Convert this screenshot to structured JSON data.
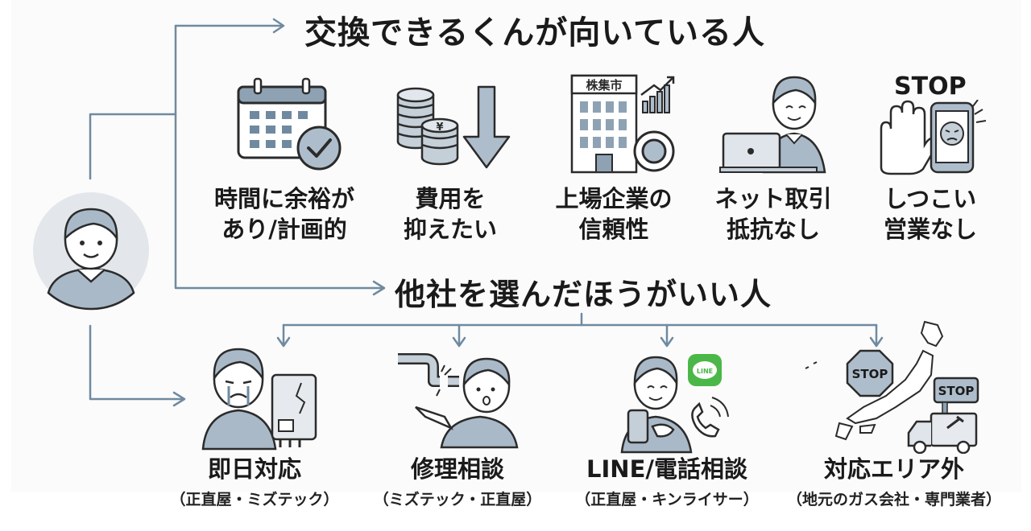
{
  "titles": {
    "suited": "交換できるくんが向いている人",
    "others": "他社を選んだほうがいい人"
  },
  "suited_items": [
    {
      "line1": "時間に余裕が",
      "line2": "あり/計画的",
      "icon": "calendar-check-icon"
    },
    {
      "line1": "費用を",
      "line2": "抑えたい",
      "icon": "coins-down-icon"
    },
    {
      "line1": "上場企業の",
      "line2": "信頼性",
      "icon": "listed-building-icon"
    },
    {
      "line1": "ネット取引",
      "line2": "抵抗なし",
      "icon": "laptop-person-icon"
    },
    {
      "line1": "しつこい",
      "line2": "営業なし",
      "icon": "stop-hand-phone-icon"
    }
  ],
  "icon_texts": {
    "building_sign": "株集市",
    "stop_label": "STOP",
    "line_badge": "LINE",
    "map_stop_1": "STOP",
    "map_stop_2": "STOP"
  },
  "other_items": [
    {
      "label": "即日対応",
      "sub": "（正直屋・ミズテック）",
      "icon": "crying-person-heater-icon"
    },
    {
      "label": "修理相談",
      "sub": "（ミズテック・正直屋）",
      "icon": "broken-pipe-person-icon"
    },
    {
      "label": "LINE/電話相談",
      "sub": "（正直屋・キンライサー）",
      "icon": "phone-line-person-icon"
    },
    {
      "label": "対応エリア外",
      "sub": "（地元のガス会社・専門業者）",
      "icon": "japan-map-stop-icon"
    }
  ],
  "colors": {
    "accent": "#5f7d95",
    "fill": "#aebdcb",
    "line": "#6f8aa0"
  }
}
